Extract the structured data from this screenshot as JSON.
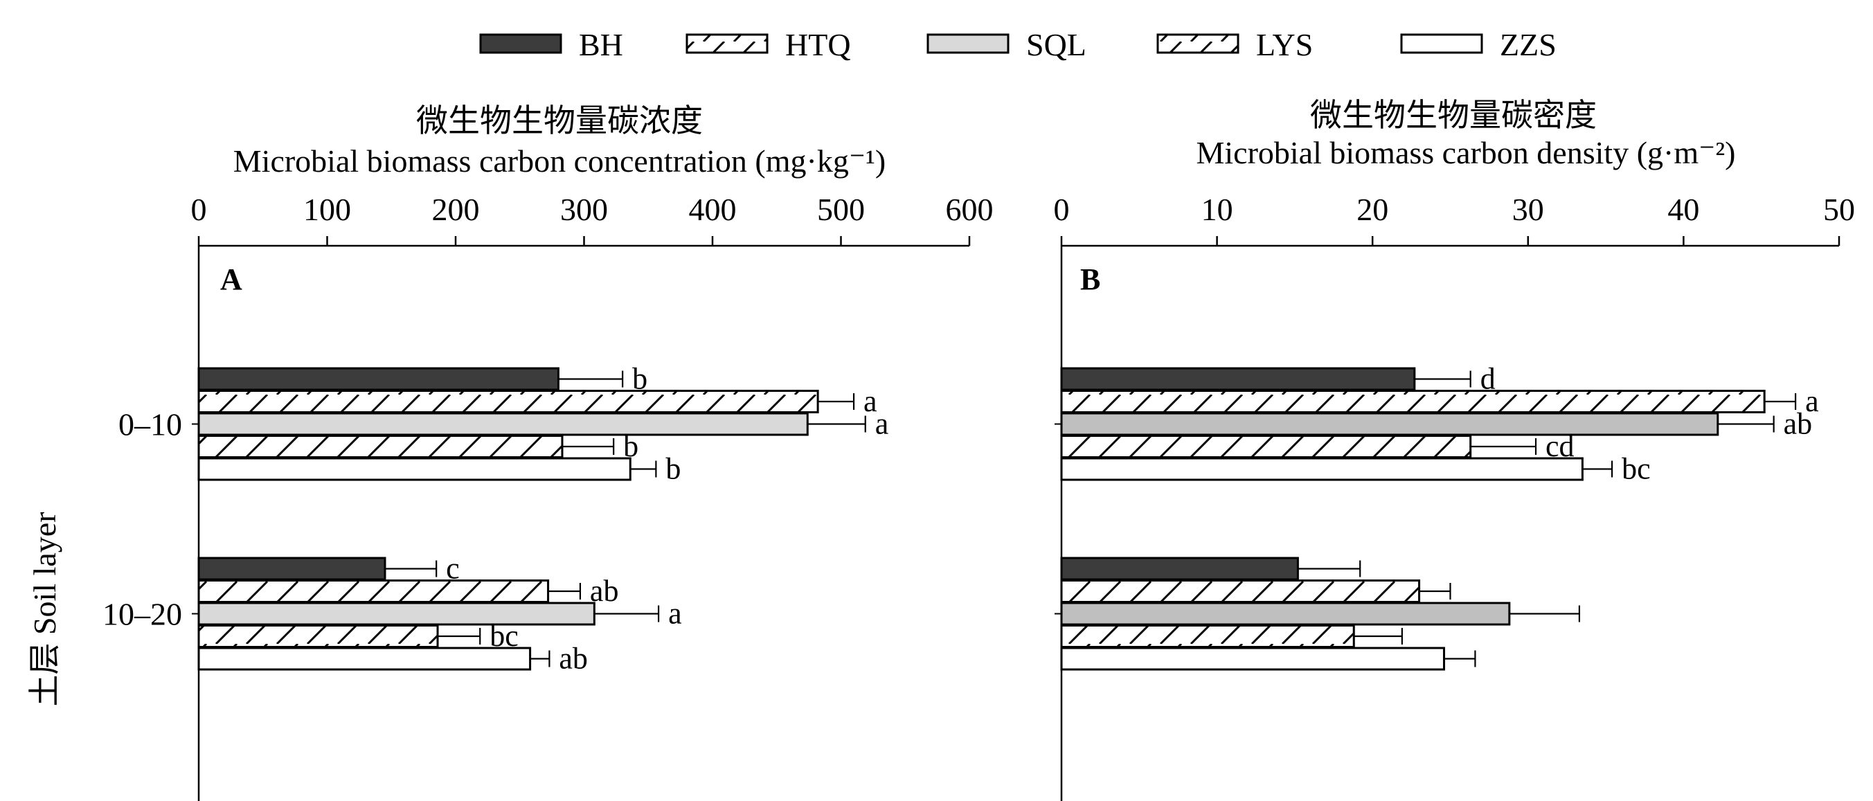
{
  "legend": [
    {
      "name": "BH",
      "pattern": "dark"
    },
    {
      "name": "HTQ",
      "pattern": "hatch"
    },
    {
      "name": "SQL",
      "pattern": "light"
    },
    {
      "name": "LYS",
      "pattern": "hatch"
    },
    {
      "name": "ZZS",
      "pattern": "white"
    }
  ],
  "colors": {
    "dark": "#3c3c3c",
    "light": "#d9d9d9",
    "light_b": "#bfbfbf",
    "white": "#ffffff",
    "stroke": "#000000"
  },
  "y_axis_label": "土层 Soil layer",
  "categories": [
    "0–10",
    "10–20"
  ],
  "chart_data": [
    {
      "type": "bar",
      "orientation": "horizontal",
      "panel": "A",
      "title_cn": "微生物生物量碳浓度",
      "title_en": "Microbial biomass carbon concentration (mg·kg⁻¹)",
      "xlim": [
        0,
        600
      ],
      "ticks": [
        0,
        100,
        200,
        300,
        400,
        500,
        600
      ],
      "categories": [
        "0–10",
        "10–20"
      ],
      "series": [
        {
          "name": "BH",
          "values": [
            280,
            145
          ],
          "errors": [
            50,
            40
          ],
          "letters": [
            "b",
            "c"
          ]
        },
        {
          "name": "HTQ",
          "values": [
            482,
            272
          ],
          "errors": [
            28,
            25
          ],
          "letters": [
            "a",
            "ab"
          ]
        },
        {
          "name": "SQL",
          "values": [
            474,
            308
          ],
          "errors": [
            45,
            50
          ],
          "letters": [
            "a",
            "a"
          ]
        },
        {
          "name": "LYS",
          "values": [
            283,
            186
          ],
          "errors": [
            40,
            33
          ],
          "letters": [
            "b",
            "bc"
          ]
        },
        {
          "name": "ZZS",
          "values": [
            336,
            258
          ],
          "errors": [
            20,
            15
          ],
          "letters": [
            "b",
            "ab"
          ]
        }
      ]
    },
    {
      "type": "bar",
      "orientation": "horizontal",
      "panel": "B",
      "title_cn": "微生物生物量碳密度",
      "title_en": "Microbial biomass carbon density (g·m⁻²)",
      "xlim": [
        0,
        50
      ],
      "ticks": [
        0,
        10,
        20,
        30,
        40,
        50
      ],
      "categories": [
        "0–10",
        "10–20"
      ],
      "series": [
        {
          "name": "BH",
          "values": [
            22.7,
            15.2
          ],
          "errors": [
            3.6,
            4.0
          ],
          "letters": [
            "d",
            ""
          ]
        },
        {
          "name": "HTQ",
          "values": [
            45.2,
            23.0
          ],
          "errors": [
            2.0,
            2.0
          ],
          "letters": [
            "a",
            ""
          ]
        },
        {
          "name": "SQL",
          "values": [
            42.2,
            28.8
          ],
          "errors": [
            3.6,
            4.5
          ],
          "letters": [
            "ab",
            ""
          ]
        },
        {
          "name": "LYS",
          "values": [
            26.3,
            18.8
          ],
          "errors": [
            4.2,
            3.1
          ],
          "letters": [
            "cd",
            ""
          ]
        },
        {
          "name": "ZZS",
          "values": [
            33.5,
            24.6
          ],
          "errors": [
            1.9,
            2.0
          ],
          "letters": [
            "bc",
            ""
          ]
        }
      ]
    }
  ]
}
